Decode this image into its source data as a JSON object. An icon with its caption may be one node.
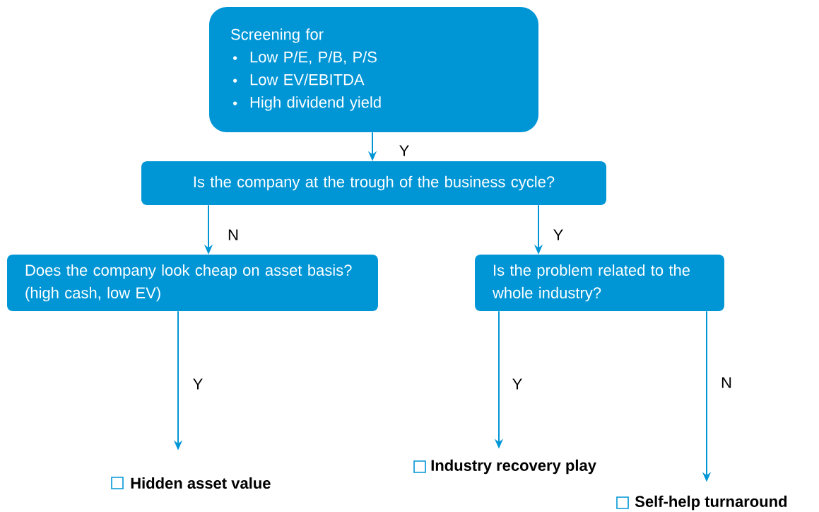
{
  "diagram": {
    "nodes": [
      {
        "text": [
          "Screening for",
          "Low P/E, P/B, P/S",
          "Low EV/EBITDA",
          "High dividend yield"
        ]
      },
      {
        "text": [
          "Is the company at the trough of the business cycle?"
        ]
      },
      {
        "text": [
          "Does the company look cheap on asset basis? (high cash, low EV)"
        ]
      },
      {
        "text": [
          "Is the problem related to the whole industry?"
        ]
      },
      {
        "text": [
          "Hidden asset value"
        ]
      },
      {
        "text": [
          "Industry recovery play"
        ]
      },
      {
        "text": [
          "Self-help turnaround"
        ]
      }
    ],
    "edges": [
      {
        "from": 0,
        "to": 1,
        "arrow": "to",
        "label": "Y"
      },
      {
        "from": 1,
        "to": 2,
        "arrow": "to",
        "label": "N"
      },
      {
        "from": 1,
        "to": 3,
        "arrow": "to",
        "label": "Y"
      },
      {
        "from": 2,
        "to": 4,
        "arrow": "to",
        "label": "Y"
      },
      {
        "from": 3,
        "to": 5,
        "arrow": "to",
        "label": "Y"
      },
      {
        "from": 3,
        "to": 6,
        "arrow": "to",
        "label": "N"
      }
    ]
  }
}
